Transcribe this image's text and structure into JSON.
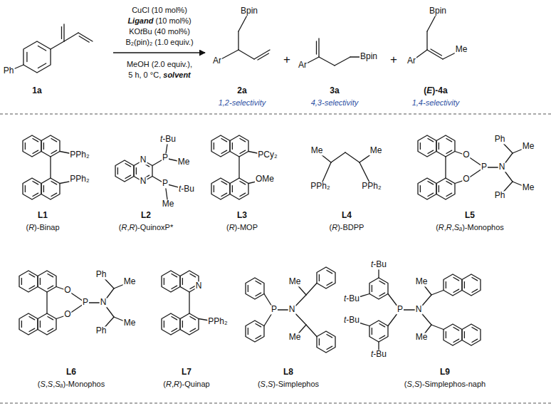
{
  "diagram": {
    "nodes": [
      {
        "text": [
          "Ph",
          "1a"
        ]
      },
      {
        "text": [
          "Bpin",
          "Ar",
          "2a",
          "1,2-selectivity"
        ]
      },
      {
        "text": [
          "Ar",
          "Bpin",
          "3a",
          "4,3-selectivity"
        ]
      },
      {
        "text": [
          "Bpin",
          "Ar",
          "Me",
          "(E)-4a",
          "1,4-selectivity"
        ]
      }
    ],
    "edges": [
      {
        "from": 0,
        "to": 1,
        "arrow": "to"
      }
    ],
    "labels": [
      "CuCl (10 mol%)",
      "Ligand (10 mol%)",
      "KOtBu (40 mol%)",
      "B₂(pin)₂ (1.0 equiv.)",
      "MeOH (2.0 equiv.),",
      "5 h, 0 °C, solvent",
      "+",
      "+",
      "PPh₂",
      "PPh₂",
      "L1",
      "(R)-Binap",
      "N",
      "N",
      "t-Bu",
      "P",
      "Me",
      "P",
      "t-Bu",
      "Me",
      "L2",
      "(R,R)-QuinoxP*",
      "PCy₂",
      "OMe",
      "L3",
      "(R)-MOP",
      "Me",
      "PPh₂",
      "Me",
      "PPh₂",
      "L4",
      "(R)-BDPP",
      "O",
      "O",
      "P",
      "N",
      "Ph",
      "Me",
      "Ph",
      "Me",
      "L5",
      "(R,R,Sₐ)-Monophos",
      "O",
      "O",
      "P",
      "N",
      "Ph",
      "Me",
      "Ph",
      "Me",
      "L6",
      "(S,S,Sₐ)-Monophos",
      "N",
      "PPh₂",
      "L7",
      "(R,R)-Quinap",
      "P",
      "N",
      "Me",
      "Me",
      "L8",
      "(S,S)-Simplephos",
      "t-Bu",
      "t-Bu",
      "P",
      "N",
      "Me",
      "Me",
      "t-Bu",
      "t-Bu",
      "L9",
      "(S,S)-Simplephos-naph"
    ]
  }
}
